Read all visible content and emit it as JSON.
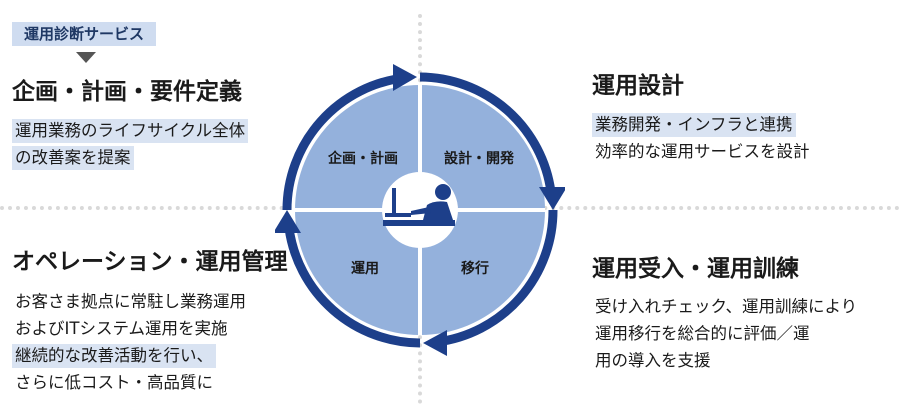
{
  "tag": {
    "label": "運用診断サービス"
  },
  "quadrants": {
    "top_left": {
      "title": "企画・計画・要件定義",
      "lines": [
        "運用業務のライフサイクル全体",
        "の改善案を提案"
      ]
    },
    "top_right": {
      "title": "運用設計",
      "lines": [
        "業務開発・インフラと連携",
        "効率的な運用サービスを設計"
      ]
    },
    "bottom_left": {
      "title": "オペレーション・運用管理",
      "lines": [
        "お客さま拠点に常駐し業務運用",
        "およびITシステム運用を実施",
        "継続的な改善活動を行い、",
        "さらに低コスト・高品質に"
      ]
    },
    "bottom_right": {
      "title": "運用受入・運用訓練",
      "lines": [
        "受け入れチェック、運用訓練により",
        "運用移行を総合的に評価／運",
        "用の導入を支援"
      ]
    }
  },
  "cycle": {
    "phases": [
      "企画・計画",
      "設計・開発",
      "移行",
      "運用"
    ],
    "center_icon": "person-at-computer-icon"
  },
  "colors": {
    "fill": "#94b1dc",
    "arrow": "#1d3f8a",
    "highlight": "#d9e3f2",
    "tag_bg": "#cfdcf0"
  }
}
